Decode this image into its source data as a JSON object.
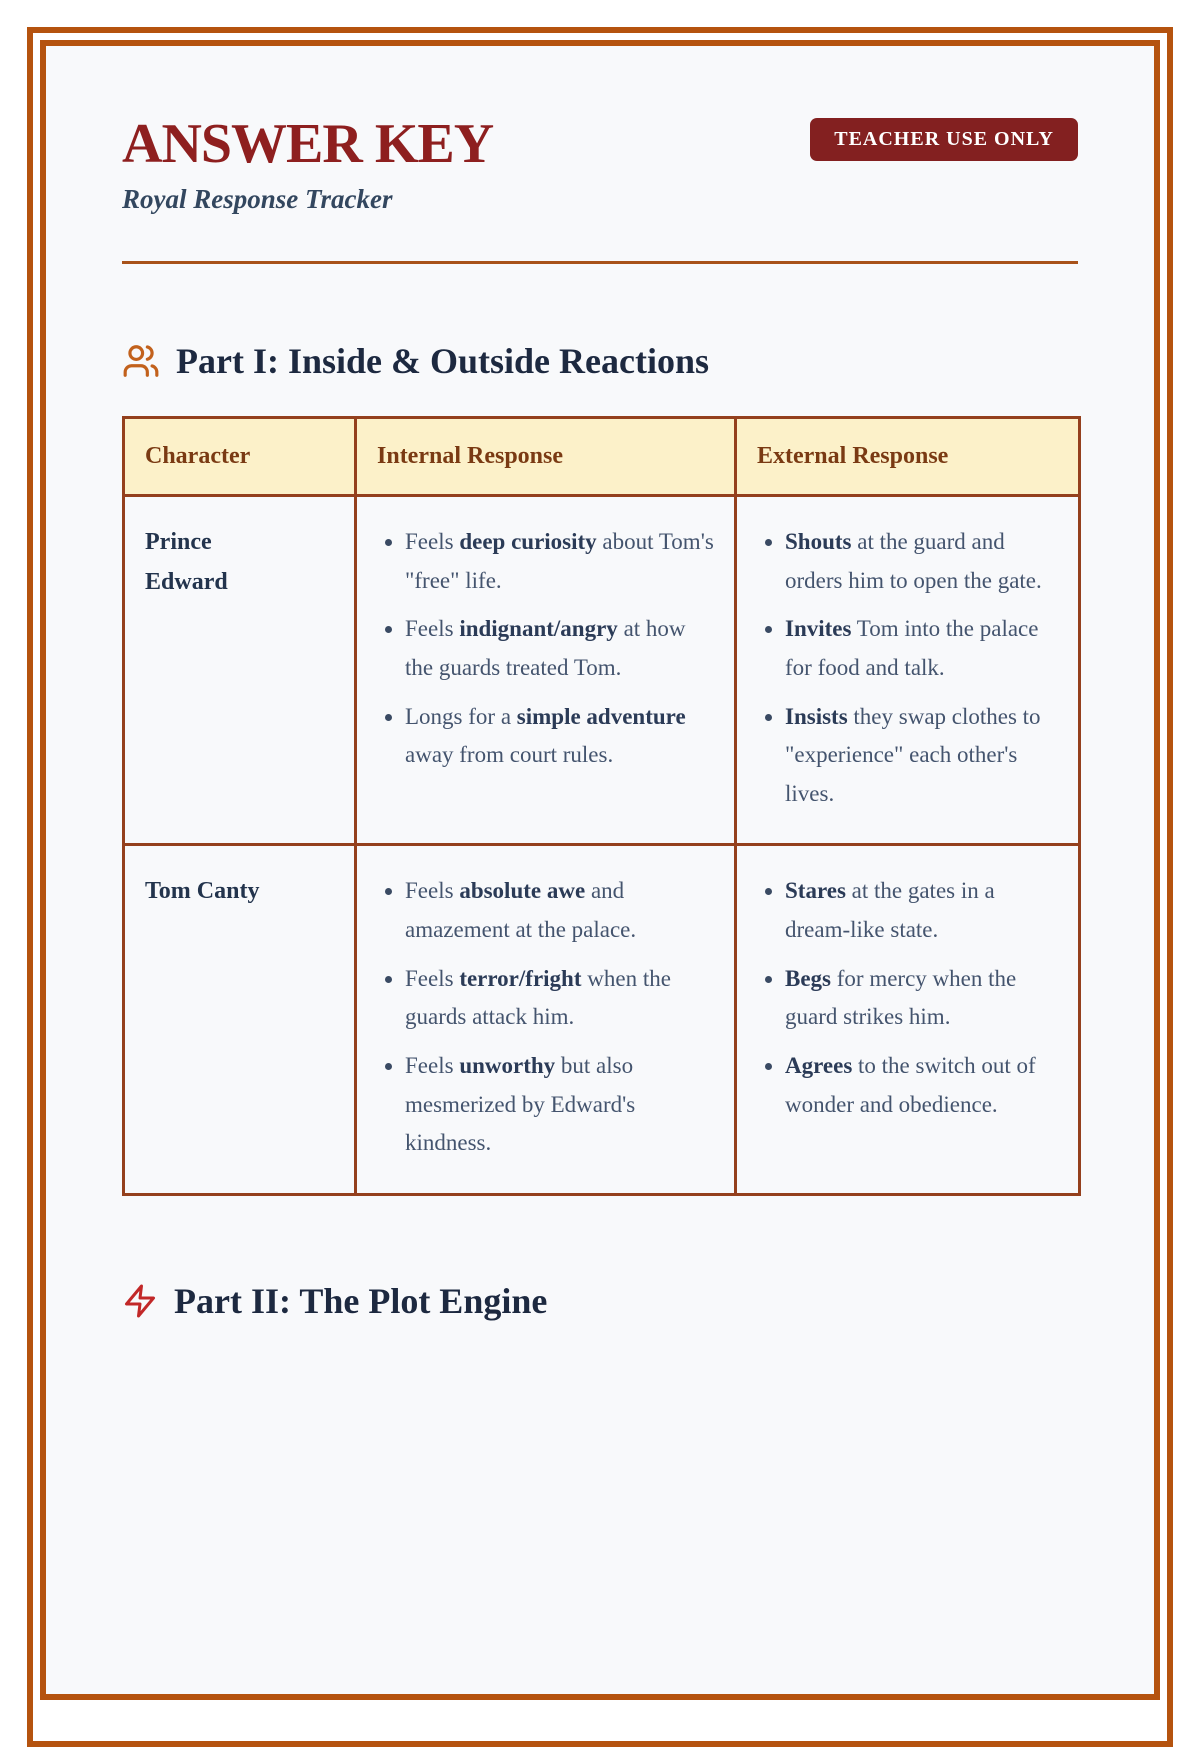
{
  "header": {
    "title": "ANSWER KEY",
    "subtitle": "Royal Response Tracker",
    "badge": "TEACHER USE ONLY"
  },
  "colors": {
    "border_orange": "#b5530f",
    "table_border": "#94401d",
    "table_header_bg": "#fcf1c9",
    "table_header_text": "#7a3a13",
    "title_red": "#8e1f1f",
    "badge_bg": "#832020",
    "heading_navy": "#1d2940",
    "body_text": "#44546e",
    "users_icon": "#c2611c",
    "zap_icon": "#c22828"
  },
  "part1": {
    "icon": "users-icon",
    "heading": "Part I: Inside & Outside Reactions",
    "table": {
      "columns": [
        "Character",
        "Internal Response",
        "External Response"
      ],
      "rows": [
        {
          "character": "Prince Edward",
          "internal": [
            [
              {
                "text": "Feels ",
                "bold": false
              },
              {
                "text": "deep curiosity",
                "bold": true
              },
              {
                "text": " about Tom's \"free\" life.",
                "bold": false
              }
            ],
            [
              {
                "text": "Feels ",
                "bold": false
              },
              {
                "text": "indignant/angry",
                "bold": true
              },
              {
                "text": " at how the guards treated Tom.",
                "bold": false
              }
            ],
            [
              {
                "text": "Longs for a ",
                "bold": false
              },
              {
                "text": "simple adventure",
                "bold": true
              },
              {
                "text": " away from court rules.",
                "bold": false
              }
            ]
          ],
          "external": [
            [
              {
                "text": "Shouts",
                "bold": true
              },
              {
                "text": " at the guard and orders him to open the gate.",
                "bold": false
              }
            ],
            [
              {
                "text": "Invites",
                "bold": true
              },
              {
                "text": " Tom into the palace for food and talk.",
                "bold": false
              }
            ],
            [
              {
                "text": "Insists",
                "bold": true
              },
              {
                "text": " they swap clothes to \"experience\" each other's lives.",
                "bold": false
              }
            ]
          ]
        },
        {
          "character": "Tom Canty",
          "internal": [
            [
              {
                "text": "Feels ",
                "bold": false
              },
              {
                "text": "absolute awe",
                "bold": true
              },
              {
                "text": " and amazement at the palace.",
                "bold": false
              }
            ],
            [
              {
                "text": "Feels ",
                "bold": false
              },
              {
                "text": "terror/fright",
                "bold": true
              },
              {
                "text": " when the guards attack him.",
                "bold": false
              }
            ],
            [
              {
                "text": "Feels ",
                "bold": false
              },
              {
                "text": "unworthy",
                "bold": true
              },
              {
                "text": " but also mesmerized by Edward's kindness.",
                "bold": false
              }
            ]
          ],
          "external": [
            [
              {
                "text": "Stares",
                "bold": true
              },
              {
                "text": " at the gates in a dream-like state.",
                "bold": false
              }
            ],
            [
              {
                "text": "Begs",
                "bold": true
              },
              {
                "text": " for mercy when the guard strikes him.",
                "bold": false
              }
            ],
            [
              {
                "text": "Agrees",
                "bold": true
              },
              {
                "text": " to the switch out of wonder and obedience.",
                "bold": false
              }
            ]
          ]
        }
      ]
    }
  },
  "part2": {
    "icon": "zap-icon",
    "heading": "Part II: The Plot Engine"
  }
}
